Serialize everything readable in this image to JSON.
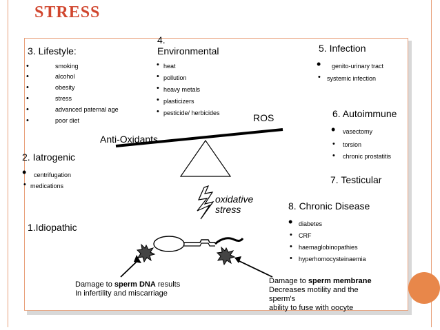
{
  "slide_title": "STRESS",
  "lifestyle": {
    "heading": "3. Lifestyle:",
    "items": [
      "smoking",
      "alcohol",
      "obesity",
      "stress",
      "advanced paternal age",
      "poor diet"
    ]
  },
  "environmental": {
    "heading_line1": "4.",
    "heading_line2": "Environmental",
    "items": [
      "heat",
      "pollution",
      "heavy metals",
      "plasticizers",
      "pesticide/ herbicides"
    ]
  },
  "infection": {
    "heading": "5. Infection",
    "items": [
      "genito-urinary tract",
      "systemic infection"
    ]
  },
  "autoimmune": {
    "heading": "6. Autoimmune",
    "items": [
      "vasectomy",
      "torsion",
      "chronic prostatitis"
    ]
  },
  "iatrogenic": {
    "heading": "2. Iatrogenic",
    "items": [
      "centrifugation",
      "medications"
    ]
  },
  "testicular": {
    "heading": "7. Testicular"
  },
  "chronic_disease": {
    "heading": "8. Chronic Disease",
    "items": [
      "diabetes",
      "CRF",
      "haemaglobinopathies",
      "hyperhomocysteinaemia"
    ]
  },
  "idiopathic": {
    "heading": "1.Idiopathic"
  },
  "balance": {
    "left_label": "Anti-Oxidants",
    "right_label": "ROS"
  },
  "oxidative": {
    "line1": "oxidative",
    "line2": "stress"
  },
  "dna_note": {
    "prefix": "Damage to ",
    "bold": "sperm DNA",
    "suffix": " results",
    "line2": "In infertility and miscarriage"
  },
  "membrane_note": {
    "prefix": "Damage to ",
    "bold": "sperm membrane",
    "line2": "Decreases motility and the",
    "line3": "sperm's",
    "line4": "ability to fuse with oocyte"
  },
  "colors": {
    "title": "#d1462e",
    "accent": "#e8874a"
  }
}
